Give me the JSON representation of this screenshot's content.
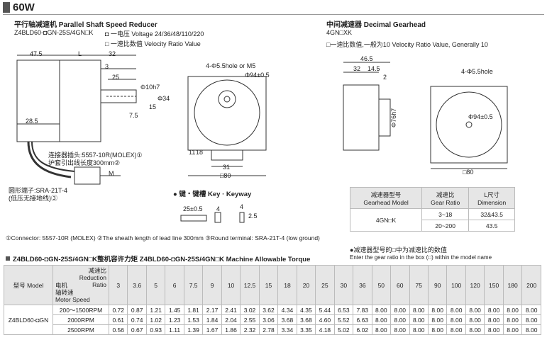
{
  "header": {
    "title": "60W"
  },
  "left": {
    "title": "平行轴减速机 Parallel Shaft Speed Reducer",
    "model": "Z4BLD60-◘GN-25S/4GN□K",
    "voltage": "◘ 一电压 Voltage 24/36/48/110/220",
    "ratio": "□ 一速比数值 Velocity Ratio Value",
    "dims": {
      "d47_5": "47.5",
      "L": "L",
      "d32": "32",
      "d3": "3",
      "d25": "25",
      "d28_5": "28.5",
      "phi10": "Φ10h7",
      "d15": "15",
      "phi34": "Φ34",
      "d7_5": "7.5",
      "M": "M"
    },
    "conn_label": "连接器插头:5557-10R(MOLEX)①",
    "sheath_label": "护套引出线长度300mm②",
    "terminal_label1": "圆形端子:SRA-21T-4",
    "terminal_label2": "(低压无接地线)③"
  },
  "front": {
    "hole": "4-Φ5.5hole or M5",
    "phi94": "Φ94±0.5",
    "d11": "11",
    "d18": "18",
    "d31": "31",
    "sq80": "□80"
  },
  "key": {
    "title": "● 键・键槽 Key · Keyway",
    "d25": "25±0.5",
    "d4": "4",
    "d4b": "4",
    "d2_5": "2.5"
  },
  "notes": "①Connector: 5557-10R (MOLEX)  ②The sheath length of lead line 300mm  ③Round terminal: SRA-21T-4 (low ground)",
  "right": {
    "title": "中间减速器 Decimal Gearhead",
    "model": "4GN□XK",
    "desc": "□一速比数值,一般为10 Velocity Ratio Value, Generally 10",
    "dims": {
      "d46_5": "46.5",
      "d32": "32",
      "d14_5": "14.5",
      "d2": "2",
      "phi76": "Φ76h7",
      "hole": "4-Φ5.5hole",
      "phi94": "Φ94±0.5",
      "sq80": "□80"
    }
  },
  "gear_table": {
    "headers": [
      "减速器型号",
      "Gearhead Model",
      "减速比",
      "Gear Ratio",
      "L尺寸",
      "Dimension"
    ],
    "model": "4GN□K",
    "rows": [
      [
        "3~18",
        "32&43.5"
      ],
      [
        "20~200",
        "43.5"
      ]
    ],
    "note1": "●减速器型号的□中为减速比的数值",
    "note2": "Enter the gear ratio in the box (□) within the model name"
  },
  "torque": {
    "title": "Z4BLD60-◘GN-25S/4GN□K整机容许力矩 Z4BLD60-◘GN-25S/4GN□K Machine Allowable Torque",
    "model_label": "型号 Model",
    "corner_top": "减速比",
    "corner_top2": "Reduction",
    "corner_top3": "Ratio",
    "corner_bot1": "电机",
    "corner_bot2": "轴转速",
    "corner_bot3": "Motor Speed",
    "ratios": [
      "3",
      "3.6",
      "5",
      "6",
      "7.5",
      "9",
      "10",
      "12.5",
      "15",
      "18",
      "20",
      "25",
      "30",
      "36",
      "50",
      "60",
      "75",
      "90",
      "100",
      "120",
      "150",
      "180",
      "200"
    ],
    "model": "Z4BLD60-◘GN",
    "speeds": [
      "200～1500RPM",
      "2000RPM",
      "2500RPM"
    ],
    "values": [
      [
        "0.72",
        "0.87",
        "1.21",
        "1.45",
        "1.81",
        "2.17",
        "2.41",
        "3.02",
        "3.62",
        "4.34",
        "4.35",
        "5.44",
        "6.53",
        "7.83",
        "8.00",
        "8.00",
        "8.00",
        "8.00",
        "8.00",
        "8.00",
        "8.00",
        "8.00",
        "8.00"
      ],
      [
        "0.61",
        "0.74",
        "1.02",
        "1.23",
        "1.53",
        "1.84",
        "2.04",
        "2.55",
        "3.06",
        "3.68",
        "3.68",
        "4.60",
        "5.52",
        "6.63",
        "8.00",
        "8.00",
        "8.00",
        "8.00",
        "8.00",
        "8.00",
        "8.00",
        "8.00",
        "8.00"
      ],
      [
        "0.56",
        "0.67",
        "0.93",
        "1.11",
        "1.39",
        "1.67",
        "1.86",
        "2.32",
        "2.78",
        "3.34",
        "3.35",
        "4.18",
        "5.02",
        "6.02",
        "8.00",
        "8.00",
        "8.00",
        "8.00",
        "8.00",
        "8.00",
        "8.00",
        "8.00",
        "8.00"
      ]
    ]
  }
}
